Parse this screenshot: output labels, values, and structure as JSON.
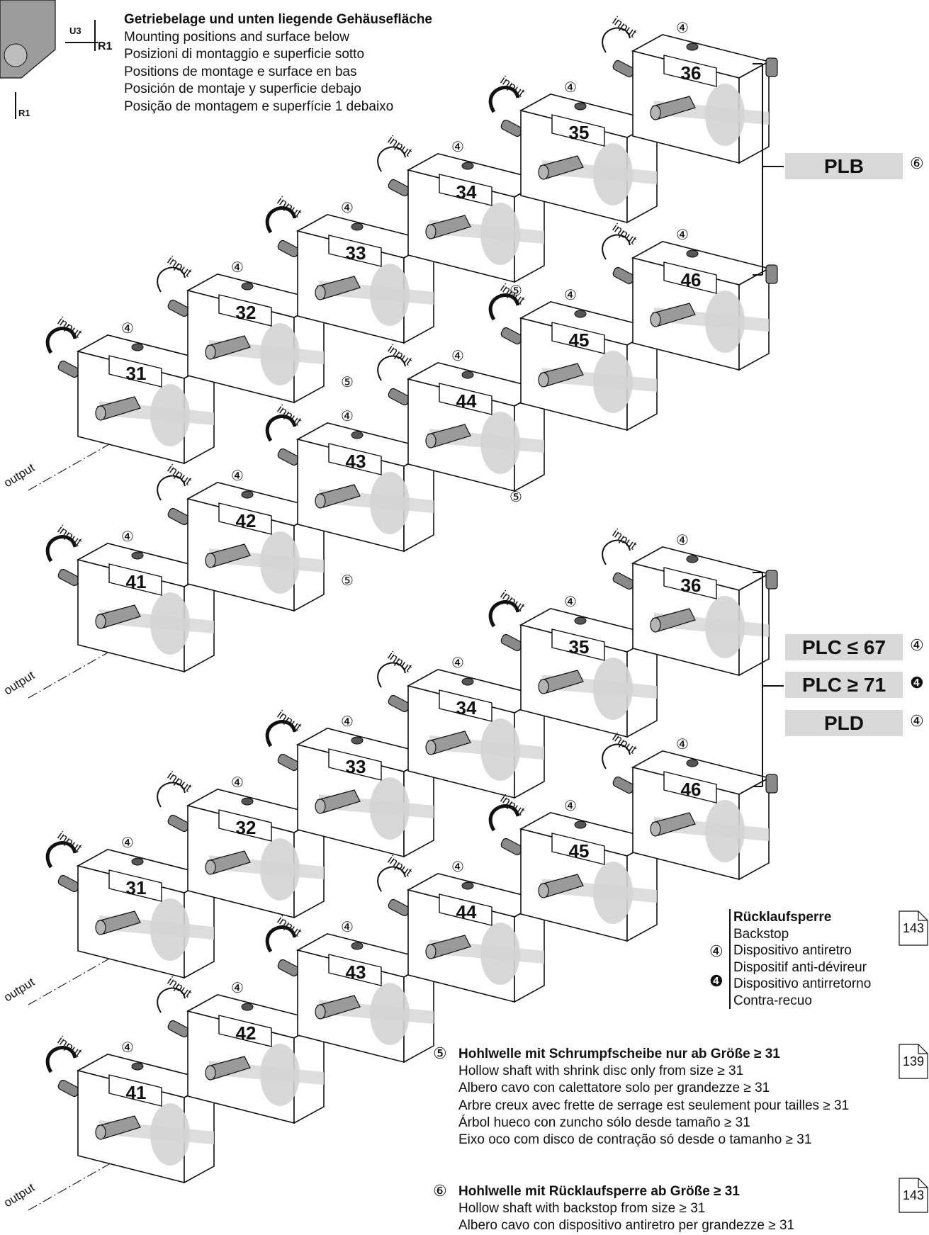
{
  "header": {
    "title": "Getriebelage und unten liegende Gehäusefläche",
    "lines": [
      "Mounting positions and surface below",
      "Posizioni di montaggio e superficie sotto",
      "Positions de montage e surface en bas",
      "Posición de montaje y superficie debajo",
      "Posição de montagem e superfície 1 debaixo"
    ]
  },
  "orientation": {
    "u3": "U3",
    "r1_right": "R1",
    "r1_bottom": "R1"
  },
  "labels": {
    "input": "input",
    "output": "output",
    "circ4": "④",
    "circ5": "⑤",
    "circ6": "⑥",
    "bold4": "❹"
  },
  "groups": {
    "plb": {
      "label": "PLB",
      "ref": "⑥"
    },
    "plc_low": {
      "label": "PLC ≤ 67",
      "ref": "④"
    },
    "plc_high": {
      "label": "PLC ≥ 71",
      "ref": "❹"
    },
    "pld": {
      "label": "PLD",
      "ref": "④"
    }
  },
  "upper_boxes": [
    {
      "num": "31"
    },
    {
      "num": "32"
    },
    {
      "num": "33"
    },
    {
      "num": "34"
    },
    {
      "num": "35"
    },
    {
      "num": "36"
    },
    {
      "num": "41"
    },
    {
      "num": "42"
    },
    {
      "num": "43"
    },
    {
      "num": "44"
    },
    {
      "num": "45"
    },
    {
      "num": "46"
    }
  ],
  "lower_boxes": [
    {
      "num": "31"
    },
    {
      "num": "32"
    },
    {
      "num": "33"
    },
    {
      "num": "34"
    },
    {
      "num": "35"
    },
    {
      "num": "36"
    },
    {
      "num": "41"
    },
    {
      "num": "42"
    },
    {
      "num": "43"
    },
    {
      "num": "44"
    },
    {
      "num": "45"
    },
    {
      "num": "46"
    }
  ],
  "legend": {
    "title": "Rücklaufsperre",
    "lines": [
      "Backstop",
      "Dispositivo antiretro",
      "Dispositif anti-dévireur",
      "Dispositivo antirretorno",
      "Contra-recuo"
    ],
    "page": "143"
  },
  "note5": {
    "num": "⑤",
    "title": "Hohlwelle mit Schrumpfscheibe nur ab Größe ≥ 31",
    "lines": [
      "Hollow shaft with shrink disc only from size ≥ 31",
      "Albero cavo con calettatore solo per grandezze ≥ 31",
      "Arbre creux avec frette de serrage est seulement pour tailles ≥ 31",
      "Árbol hueco con zuncho sólo desde tamaño ≥ 31",
      "Eixo oco com disco de contração só desde o tamanho ≥ 31"
    ],
    "page": "139"
  },
  "note6": {
    "num": "⑥",
    "title": "Hohlwelle mit Rücklaufsperre ab Größe ≥ 31",
    "lines": [
      "Hollow shaft with backstop from size ≥ 31",
      "Albero cavo con dispositivo antiretro per grandezze ≥ 31"
    ],
    "page": "143"
  }
}
